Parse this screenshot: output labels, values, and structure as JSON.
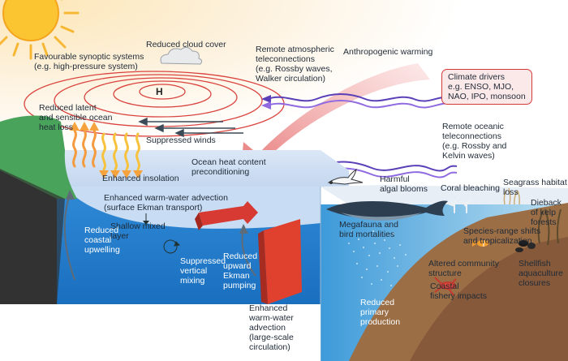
{
  "colors": {
    "sky": "#fdf1d8",
    "ocean_surface": "#c5d9f0",
    "ocean_deep": "#1f78c8",
    "land_green": "#4aa35b",
    "land_dark": "#3c3c3c",
    "seabed": "#9b6e46",
    "warming_arrow": "#f08f8f",
    "red_label": "#d23a3a"
  },
  "icons": [
    "sun-icon",
    "cloud-icon",
    "heat-wave-icon",
    "seabird-icon",
    "whale-icon",
    "fish-icon",
    "lobster-icon",
    "coral-icon",
    "kelp-icon",
    "seagrass-icon",
    "shellfish-icon"
  ],
  "labels": {
    "reduced_cloud_cover": "Reduced cloud cover",
    "favourable_synoptic": "Favourable synoptic systems\n(e.g. high-pressure system)",
    "high_pressure_mark": "H",
    "remote_atmospheric": "Remote atmospheric\nteleconnections\n(e.g. Rossby waves,\nWalker circulation)",
    "anthropogenic_warming": "Anthropogenic warming",
    "climate_drivers": "Climate drivers\ne.g. ENSO, MJO,\nNAO, IPO, monsoon",
    "reduced_latent": "Reduced latent\nand sensible ocean\nheat loss",
    "suppressed_winds": "Suppressed winds",
    "remote_oceanic": "Remote oceanic\nteleconnections\n(e.g. Rossby and\nKelvin waves)",
    "enhanced_insolation": "Enhanced insolation",
    "ocean_heat_content": "Ocean heat content\npreconditioning",
    "harmful_algal": "Harmful\nalgal blooms",
    "coral_bleaching": "Coral bleaching",
    "seagrass_loss": "Seagrass habitat\nloss",
    "dieback_kelp": "Dieback\nof kelp\nforests",
    "enhanced_advection_ekman": "Enhanced warm-water advection\n(surface Ekman transport)",
    "megafauna": "Megafauna and\nbird mortalities",
    "species_range": "Species-range shifts\nand tropicalization",
    "shallow_mixed": "Shallow mixed\nlayer",
    "reduced_coastal_upwelling": "Reduced\ncoastal\nupwelling",
    "suppressed_vertical": "Suppressed\nvertical\nmixing",
    "reduced_upward_ekman": "Reduced\nupward\nEkman\npumping",
    "altered_community": "Altered community\nstructure",
    "shellfish_closures": "Shellfish\naquaculture\nclosures",
    "coastal_fishery": "Coastal\nfishery impacts",
    "enhanced_advection_large": "Enhanced\nwarm-water\nadvection\n(large-scale\ncirculation)",
    "reduced_primary": "Reduced\nprimary\nproduction"
  }
}
